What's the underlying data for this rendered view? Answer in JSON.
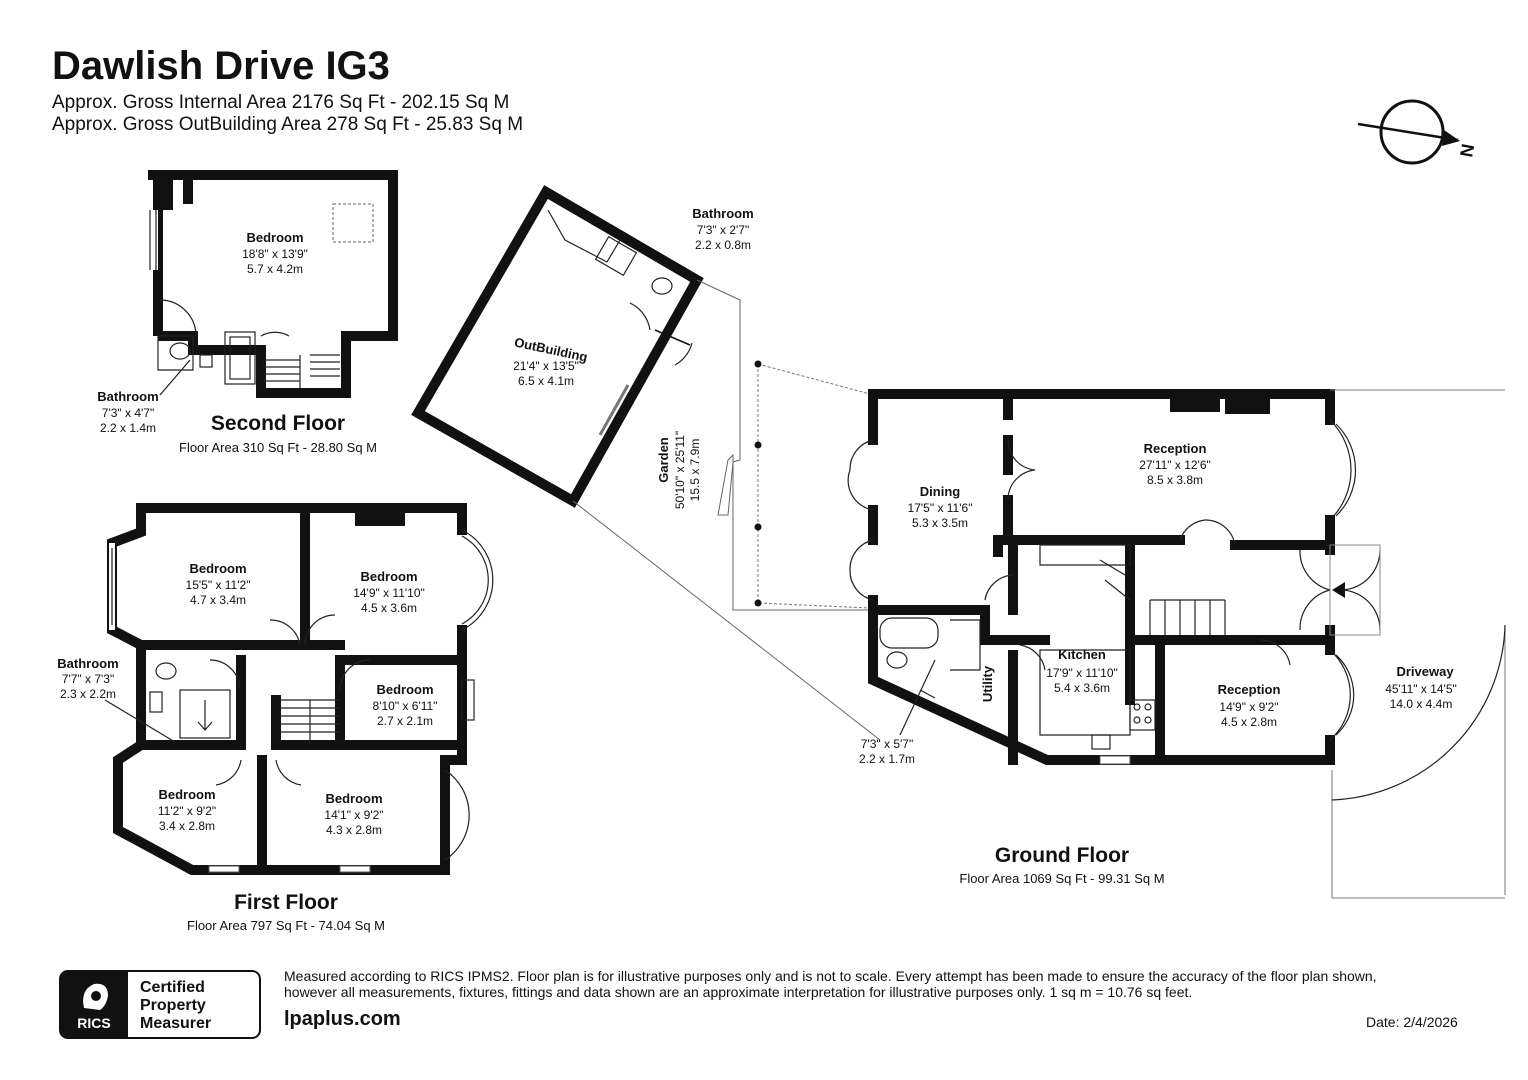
{
  "header": {
    "title": "Dawlish Drive IG3",
    "gross_internal": "Approx. Gross Internal Area 2176 Sq Ft - 202.15 Sq M",
    "gross_outbuilding": "Approx. Gross OutBuilding Area 278 Sq Ft - 25.83 Sq M"
  },
  "compass": {
    "direction_label": "N"
  },
  "floors": {
    "second": {
      "name": "Second Floor",
      "area": "Floor Area 310 Sq Ft - 28.80 Sq M",
      "rooms": [
        {
          "name": "Bedroom",
          "imperial": "18'8\" x 13'9\"",
          "metric": "5.7 x 4.2m"
        },
        {
          "name": "Bathroom",
          "imperial": "7'3\" x 4'7\"",
          "metric": "2.2 x 1.4m"
        }
      ]
    },
    "outbuilding": {
      "rooms": [
        {
          "name": "OutBuilding",
          "imperial": "21'4\" x 13'5\"",
          "metric": "6.5 x 4.1m"
        },
        {
          "name": "Bathroom",
          "imperial": "7'3\" x 2'7\"",
          "metric": "2.2 x 0.8m"
        }
      ]
    },
    "garden": {
      "name": "Garden",
      "imperial": "50'10\" x 25'11\"",
      "metric": "15.5 x 7.9m"
    },
    "first": {
      "name": "First Floor",
      "area": "Floor Area 797 Sq Ft - 74.04 Sq M",
      "rooms": [
        {
          "name": "Bedroom",
          "imperial": "15'5\" x 11'2\"",
          "metric": "4.7 x 3.4m"
        },
        {
          "name": "Bedroom",
          "imperial": "14'9\" x 11'10\"",
          "metric": "4.5 x 3.6m"
        },
        {
          "name": "Bathroom",
          "imperial": "7'7\" x 7'3\"",
          "metric": "2.3 x 2.2m"
        },
        {
          "name": "Bedroom",
          "imperial": "8'10\" x 6'11\"",
          "metric": "2.7 x 2.1m"
        },
        {
          "name": "Bedroom",
          "imperial": "11'2\" x 9'2\"",
          "metric": "3.4 x 2.8m"
        },
        {
          "name": "Bedroom",
          "imperial": "14'1\" x 9'2\"",
          "metric": "4.3 x 2.8m"
        }
      ]
    },
    "ground": {
      "name": "Ground Floor",
      "area": "Floor Area 1069 Sq Ft - 99.31 Sq M",
      "rooms": [
        {
          "name": "Dining",
          "imperial": "17'5\" x 11'6\"",
          "metric": "5.3 x 3.5m"
        },
        {
          "name": "Reception",
          "imperial": "27'11\" x 12'6\"",
          "metric": "8.5 x 3.8m"
        },
        {
          "name": "Kitchen",
          "imperial": "17'9\" x 11'10\"",
          "metric": "5.4 x 3.6m"
        },
        {
          "name": "Reception",
          "imperial": "14'9\" x 9'2\"",
          "metric": "4.5 x 2.8m"
        },
        {
          "name": "Utility"
        },
        {
          "name": "",
          "imperial": "7'3\" x 5'7\"",
          "metric": "2.2 x 1.7m"
        },
        {
          "name": "Driveway",
          "imperial": "45'11\" x 14'5\"",
          "metric": "14.0 x 4.4m"
        }
      ]
    }
  },
  "badge": {
    "org": "RICS",
    "line1": "Certified",
    "line2": "Property",
    "line3": "Measurer"
  },
  "footer": {
    "disclaimer_1": "Measured according to RICS IPMS2. Floor plan is for illustrative purposes only and is not to scale. Every attempt has been made to ensure the accuracy of the floor plan shown,",
    "disclaimer_2": "however all measurements, fixtures, fittings and data shown are an approximate interpretation for illustrative purposes only. 1 sq m = 10.76 sq feet.",
    "website": "lpaplus.com",
    "date": "Date: 2/4/2026"
  }
}
